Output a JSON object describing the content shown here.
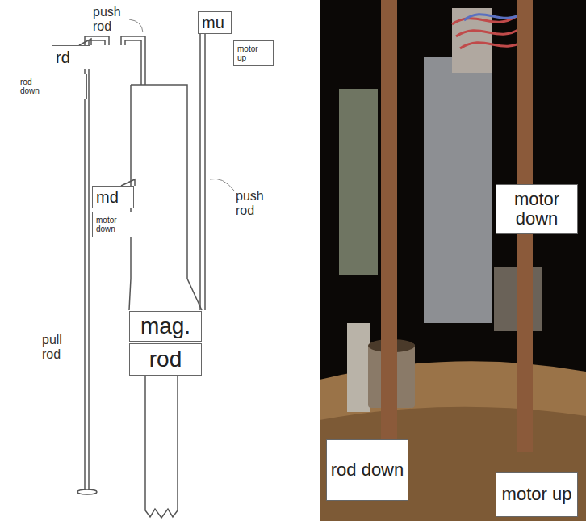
{
  "diagram": {
    "nodes": [
      {
        "text": [
          "mu"
        ]
      },
      {
        "text": [
          "motor up"
        ]
      },
      {
        "text": [
          "rd"
        ]
      },
      {
        "text": [
          "rod down"
        ]
      },
      {
        "text": [
          "md"
        ]
      },
      {
        "text": [
          "motor down"
        ]
      },
      {
        "text": [
          "mag."
        ]
      },
      {
        "text": [
          "rod"
        ]
      },
      {
        "text": [
          "motor down"
        ]
      },
      {
        "text": [
          "rod down"
        ]
      },
      {
        "text": [
          "motor up"
        ]
      }
    ],
    "labels": [
      "push rod",
      "push rod",
      "pull rod"
    ]
  }
}
